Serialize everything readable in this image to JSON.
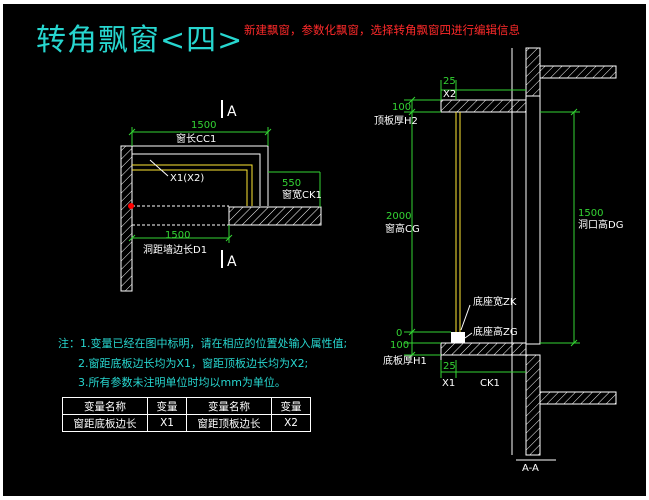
{
  "title": "转角飘窗<四>",
  "subtitle": "新建飘窗，参数化飘窗，选择转角飘窗四进行编辑信息",
  "plan": {
    "section_mark_top": "A",
    "section_mark_bottom": "A",
    "dim_top_value": "1500",
    "dim_top_label": "窗长CC1",
    "x1x2_label": "X1(X2)",
    "dim_side_value": "550",
    "dim_side_label": "窗宽CK1",
    "dim_bottom_value": "1500",
    "dim_bottom_label": "洞距墙边长D1"
  },
  "section": {
    "dim_25_top": "25",
    "x2_label": "X2",
    "v100_top": "100",
    "top_thick_label": "顶板厚H2",
    "v2000": "2000",
    "window_height_label": "窗高CG",
    "sill_width_label": "底座宽ZK",
    "v0": "0",
    "v100_bottom": "100",
    "sill_height_label": "底座高ZG",
    "bottom_thick_label": "底板厚H1",
    "dim_25_bottom": "25",
    "x1_label": "X1",
    "ck1_label": "CK1",
    "v1500": "1500",
    "opening_height_label": "洞口高DG",
    "section_name": "A-A"
  },
  "notes": {
    "n1": "注：1.变量已经在图中标明，请在相应的位置处输入属性值;",
    "n2": "2.窗距底板边长均为X1，窗距顶板边长均为X2;",
    "n3": "3.所有参数未注明单位时均以mm为单位。"
  },
  "var_table": {
    "header": [
      "变量名称",
      "变量",
      "变量名称",
      "变量"
    ],
    "row": [
      "窗距底板边长",
      "X1",
      "窗距顶板边长",
      "X2"
    ]
  },
  "colors": {
    "background": "#000000",
    "title": "#27d6cf",
    "subtitle": "#ff2a2a",
    "dimension": "#33d433",
    "window_line": "#ffe933",
    "outline": "#ffffff",
    "marker": "#ff0000"
  }
}
